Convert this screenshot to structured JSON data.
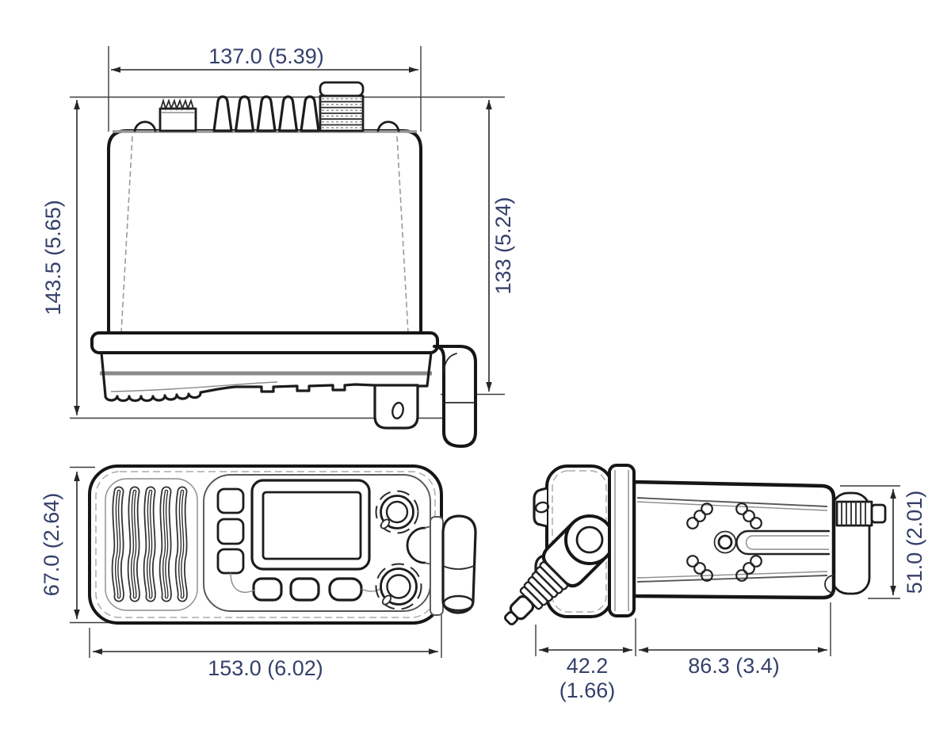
{
  "drawing": {
    "kind": "technical-dimension-drawing",
    "views": {
      "rear": {
        "dimensions": {
          "width": "137.0 (5.39)",
          "overall_height": "143.5 (5.65)",
          "body_height": "133 (5.24)"
        }
      },
      "front": {
        "dimensions": {
          "height": "67.0 (2.64)",
          "width": "153.0 (6.02)"
        }
      },
      "side": {
        "dimensions": {
          "height": "51.0 (2.01)",
          "front_depth_mm": "42.2",
          "front_depth_in": "(1.66)",
          "body_depth": "86.3 (3.4)"
        }
      }
    },
    "colors": {
      "background": "#ffffff",
      "line": "#1c1c1c",
      "shade_gray": "#8a8a8a",
      "dimension_text": "#35406b"
    }
  }
}
